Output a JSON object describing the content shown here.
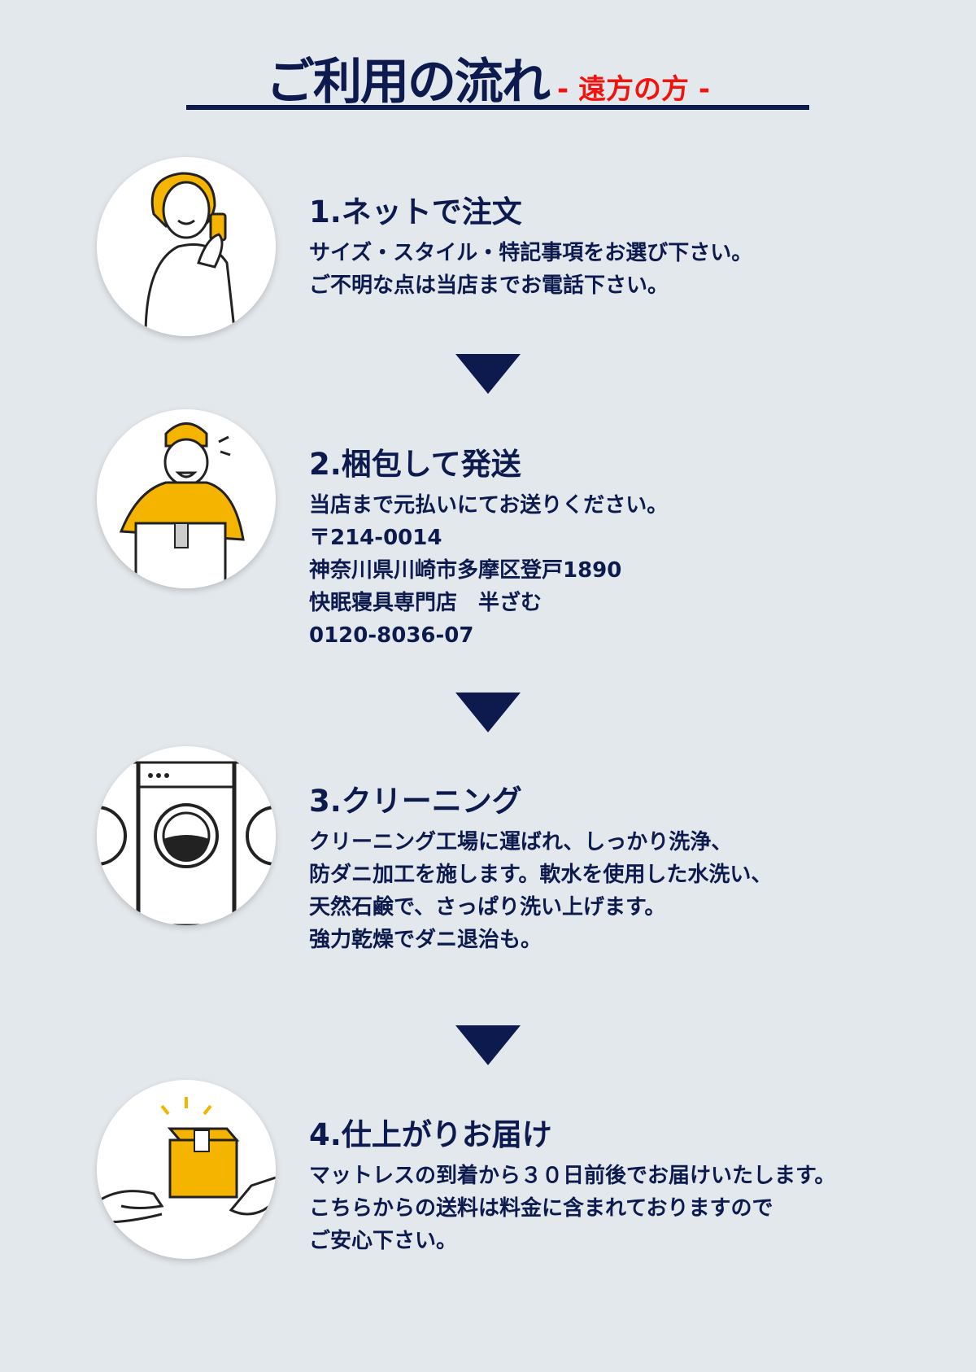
{
  "header": {
    "title": "ご利用の流れ",
    "subtitle": "- 遠方の方 -"
  },
  "colors": {
    "navy": "#0c1a4e",
    "red": "#f0140f",
    "yellow": "#f5b400",
    "background": "#e3e8ed"
  },
  "steps": [
    {
      "heading": "1.ネットで注文",
      "icon": "woman-with-smartphone",
      "lines": [
        "サイズ・スタイル・特記事項をお選び下さい。",
        "ご不明な点は当店までお電話下さい。"
      ]
    },
    {
      "heading": "2.梱包して発送",
      "icon": "delivery-worker-with-box",
      "lines": [
        "当店まで元払いにてお送りください。",
        "〒214-0014",
        "神奈川県川崎市多摩区登戸1890",
        "快眠寝具専門店　半ざむ",
        "0120-8036-07"
      ]
    },
    {
      "heading": "3.クリーニング",
      "icon": "washing-machines",
      "lines": [
        "クリーニング工場に運ばれ、しっかり洗浄、",
        "防ダニ加工を施します。軟水を使用した水洗い、",
        "天然石鹸で、さっぱり洗い上げます。",
        "強力乾燥でダニ退治も。"
      ]
    },
    {
      "heading": "4.仕上がりお届け",
      "icon": "package-handover",
      "lines": [
        "マットレスの到着から３０日前後でお届けいたします。",
        "こちらからの送料は料金に含まれておりますので",
        "ご安心下さい。"
      ]
    }
  ]
}
